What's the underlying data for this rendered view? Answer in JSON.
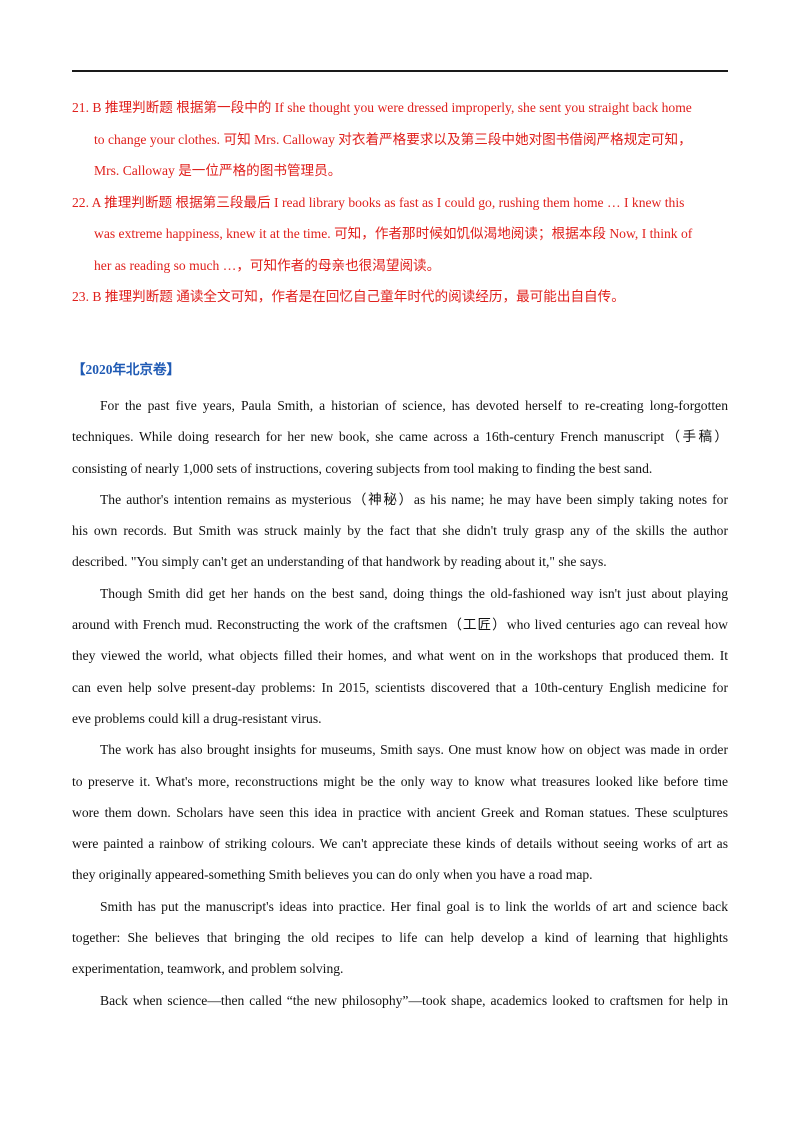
{
  "answers": [
    {
      "lines": [
        "21. B  推理判断题  根据第一段中的 If she thought you were dressed improperly, she sent you straight back home",
        "to change your clothes.  可知 Mrs. Calloway 对衣着严格要求以及第三段中她对图书借阅严格规定可知，",
        "Mrs. Calloway 是一位严格的图书管理员。"
      ]
    },
    {
      "lines": [
        "22. A  推理判断题  根据第三段最后 I read library books as fast as I could go, rushing them home … I knew this",
        "was extreme happiness, knew it at the time.  可知，作者那时候如饥似渴地阅读；根据本段 Now, I think of",
        "her as reading so much …，可知作者的母亲也很渴望阅读。"
      ]
    },
    {
      "lines": [
        "23. B 推理判断题  通读全文可知，作者是在回忆自己童年时代的阅读经历，最可能出自自传。"
      ]
    }
  ],
  "section_title": "【2020年北京卷】",
  "paragraphs": [
    {
      "lines": [
        "For the past five years, Paula Smith, a historian of science, has devoted herself to re-creating long-forgotten",
        "techniques. While doing research for her new book, she came across a 16th-century French manuscript（手稿）",
        "consisting of nearly 1,000 sets of instructions, covering subjects from tool making to finding the best sand."
      ]
    },
    {
      "lines": [
        "The author's intention remains as mysterious（神秘）as his name; he may have been simply taking notes for",
        "his own records. But Smith was struck mainly by the fact that she didn't truly grasp any of the skills the author",
        "described. \"You simply can't get an understanding of that handwork by reading about it,\" she says."
      ]
    },
    {
      "lines": [
        "Though Smith did get her hands on the best sand, doing things the old-fashioned way isn't just about playing",
        "around with French mud. Reconstructing the work of the craftsmen（工匠）who lived centuries ago can reveal how",
        "they viewed the world, what objects filled their homes, and what went on in the workshops that produced them. It",
        "can even help solve present-day problems: In 2015, scientists discovered that a 10th-century English medicine for",
        "eve problems could kill a drug-resistant virus."
      ]
    },
    {
      "lines": [
        "The work has also brought insights for museums, Smith says. One must know how on object was made in order",
        "to preserve it. What's more, reconstructions might be the only way to know what treasures looked like before time",
        "wore them down. Scholars have seen this idea in practice with ancient Greek and Roman statues. These sculptures",
        "were painted a rainbow of striking colours. We can't appreciate these kinds of details without seeing works of art as",
        "they originally appeared-something Smith believes you can do only when you have a road map."
      ]
    },
    {
      "lines": [
        "Smith has put the manuscript's ideas into practice. Her final goal is to link the worlds of art and science back",
        "together: She believes that bringing the old recipes to life can help develop a kind of learning that highlights",
        "experimentation, teamwork, and problem solving."
      ]
    },
    {
      "lines": [
        "Back when science—then called “the new philosophy”—took shape, academics looked to craftsmen for help in"
      ],
      "continues": true
    }
  ]
}
